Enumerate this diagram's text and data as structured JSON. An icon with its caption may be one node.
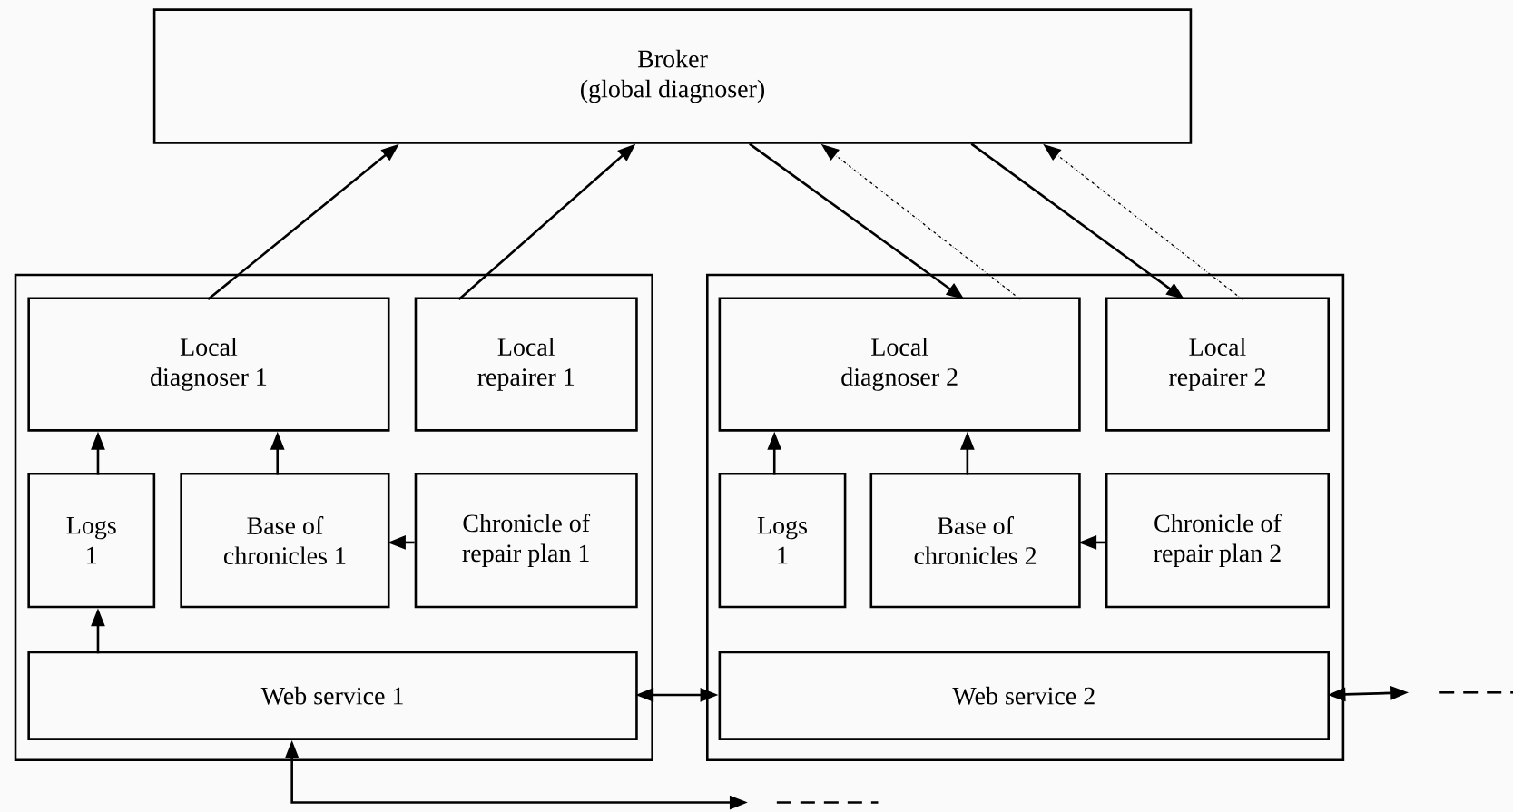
{
  "diagram": {
    "nodes": [
      {
        "text": [
          "Broker",
          "(global diagnoser)"
        ]
      },
      {
        "text": [],
        "shape": "box"
      },
      {
        "text": [],
        "shape": "box"
      },
      {
        "text": [
          "Local diagnoser 1"
        ],
        "in": 1
      },
      {
        "text": [
          "Local repairer 1"
        ],
        "in": 1
      },
      {
        "text": [
          "Logs 1"
        ],
        "in": 1
      },
      {
        "text": [
          "Base of chronicles 1"
        ],
        "in": 1
      },
      {
        "text": [
          "Chronicle of repair plan 1"
        ],
        "in": 1
      },
      {
        "text": [
          "Web service 1"
        ],
        "in": 1
      },
      {
        "text": [
          "Local diagnoser 2"
        ],
        "in": 2
      },
      {
        "text": [
          "Local repairer 2"
        ],
        "in": 2
      },
      {
        "text": [
          "Logs 1"
        ],
        "in": 2
      },
      {
        "text": [
          "Base of chronicles 2"
        ],
        "in": 2
      },
      {
        "text": [
          "Chronicle of repair plan 2"
        ],
        "in": 2
      },
      {
        "text": [
          "Web service 2"
        ],
        "in": 2
      }
    ],
    "edges": [
      {
        "from": 3,
        "to": 0,
        "arrow": "to"
      },
      {
        "from": 4,
        "to": 0,
        "arrow": "to"
      },
      {
        "from": 0,
        "to": 9,
        "arrow": "to"
      },
      {
        "from": 9,
        "to": 0,
        "arrow": "to",
        "style": "dashed"
      },
      {
        "from": 0,
        "to": 10,
        "arrow": "to"
      },
      {
        "from": 10,
        "to": 0,
        "arrow": "to",
        "style": "dashed"
      },
      {
        "from": 5,
        "to": 3,
        "arrow": "to"
      },
      {
        "from": 6,
        "to": 3,
        "arrow": "to"
      },
      {
        "from": 7,
        "to": 6,
        "arrow": "to"
      },
      {
        "from": 8,
        "to": 5,
        "arrow": "to"
      },
      {
        "from": 11,
        "to": 9,
        "arrow": "to"
      },
      {
        "from": 12,
        "to": 9,
        "arrow": "to"
      },
      {
        "from": 13,
        "to": 12,
        "arrow": "to"
      },
      {
        "from": 8,
        "to": 14,
        "arrow": "both"
      },
      {
        "from": 14,
        "to": null,
        "arrow": "both"
      },
      {
        "from": 8,
        "to": null,
        "arrow": "both"
      }
    ]
  }
}
